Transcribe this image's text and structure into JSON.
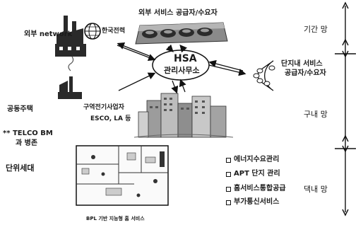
{
  "labels": {
    "external_network": "외부 network",
    "kepco": "한국전력",
    "external_service": "외부 서비스 공급자/수요자",
    "hsa_line1": "HSA",
    "hsa_line2": "관리사무소",
    "complex_service_line1": "단지내 서비스",
    "complex_service_line2": "공급자/수요자",
    "district_energy": "구역전기사업자",
    "esco": "ESCO, LA 등",
    "apartment": "공동주택",
    "telco_line1": "** TELCO BM",
    "telco_line2": "과 병존",
    "household": "단위세대",
    "house_caption": "BPL 기반 지능형 홈 서비스"
  },
  "network_levels": [
    "기간 망",
    "구내 망",
    "댁내 망"
  ],
  "services": [
    "에너지수요관리",
    "APT 단지 관리",
    "홈서비스통합공급",
    "부가통신서비스"
  ]
}
